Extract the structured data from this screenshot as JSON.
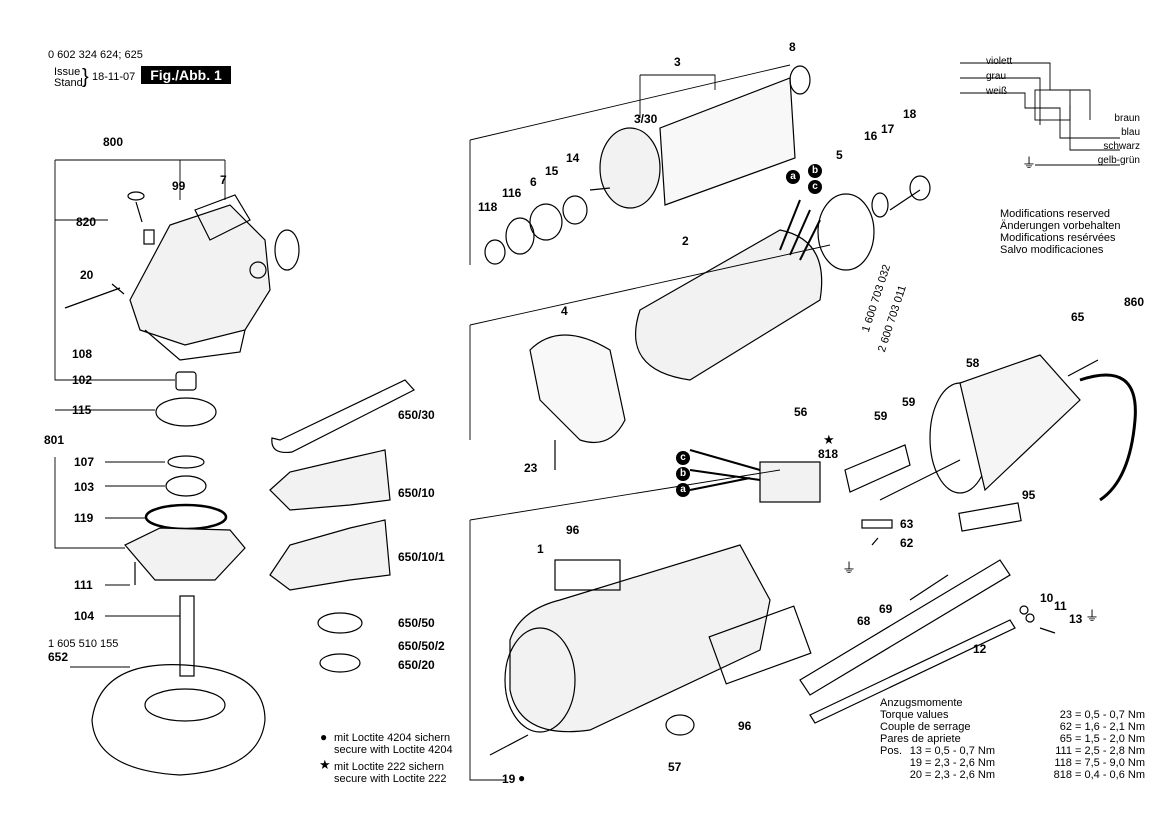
{
  "header": {
    "part_number": "0 602 324 624; 625",
    "issue_label": "Issue",
    "stand_label": "Stand",
    "date": "18-11-07",
    "figure": "Fig./Abb. 1"
  },
  "wiring": {
    "wires_left": [
      "violett",
      "grau",
      "weiß"
    ],
    "wires_right": [
      "braun",
      "blau",
      "schwarz",
      "gelb-grün"
    ]
  },
  "notice": {
    "line1": "Modifications reserved",
    "line2": "Änderungen vorbehalten",
    "line3": "Modifications resérvées",
    "line4": "Salvo modificaciones"
  },
  "legend": {
    "loctite_4204_de": "mit Loctite 4204 sichern",
    "loctite_4204_en": "secure with Loctite 4204",
    "loctite_222_de": "mit Loctite 222 sichern",
    "loctite_222_en": "secure with Loctite 222"
  },
  "torque": {
    "heading_de": "Anzugsmomente",
    "heading_en": "Torque values",
    "heading_fr": "Couple de serrage",
    "heading_es": "Pares de apriete",
    "pos_prefix": "Pos.",
    "left": [
      "13 = 0,5 - 0,7 Nm",
      "19 = 2,3 - 2,6 Nm",
      "20 = 2,3 - 2,6 Nm"
    ],
    "right": [
      "23 = 0,5 - 0,7 Nm",
      "62 = 1,6 - 2,1 Nm",
      "65 = 1,5 - 2,0 Nm",
      "111 = 2,5 - 2,8 Nm",
      "118 = 7,5 - 9,0 Nm",
      "818 = 0,4 - 0,6 Nm"
    ]
  },
  "switch_numbers": [
    "1 600 703 032",
    "2 600 703 011"
  ],
  "guard_number": "1 605 510 155",
  "labels": {
    "l3": "3",
    "l8": "8",
    "l330": "3/30",
    "l800": "800",
    "l99": "99",
    "l7": "7",
    "l820": "820",
    "l20": "20",
    "l108": "108",
    "l102": "102",
    "l115": "115",
    "l801": "801",
    "l107": "107",
    "l103": "103",
    "l119": "119",
    "l111": "111",
    "l104": "104",
    "l652": "652",
    "l118": "118",
    "l116": "116",
    "l6": "6",
    "l15": "15",
    "l14": "14",
    "l5": "5",
    "l16": "16",
    "l17": "17",
    "l18": "18",
    "l2": "2",
    "l4": "4",
    "l23": "23",
    "l65030": "650/30",
    "l65010": "650/10",
    "l650101": "650/10/1",
    "l65050": "650/50",
    "l650502": "650/50/2",
    "l65020": "650/20",
    "l1": "1",
    "l96a": "96",
    "l96b": "96",
    "l57": "57",
    "l19": "19",
    "l56": "56",
    "l818": "818",
    "l59a": "59",
    "l59b": "59",
    "l58": "58",
    "l65": "65",
    "l860": "860",
    "l95": "95",
    "l63": "63",
    "l62": "62",
    "l69": "69",
    "l68": "68",
    "l10": "10",
    "l11": "11",
    "l13": "13",
    "l12": "12"
  },
  "markers": {
    "a": "a",
    "b": "b",
    "c": "c"
  }
}
